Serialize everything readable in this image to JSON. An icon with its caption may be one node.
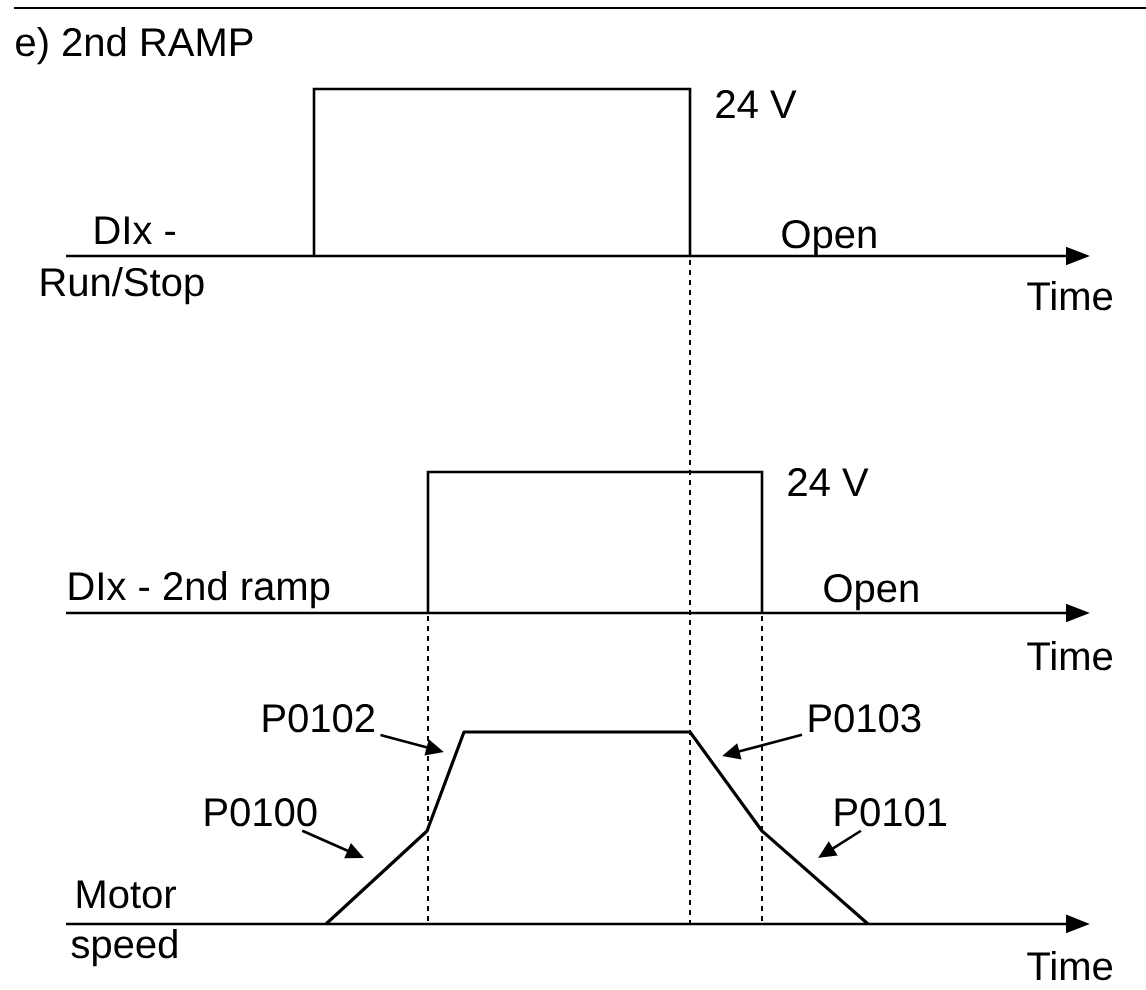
{
  "diagram": {
    "title": "e) 2nd RAMP",
    "nodes": [
      {
        "text": [
          "P0102"
        ]
      },
      {
        "text": [
          "P0103"
        ]
      },
      {
        "text": [
          "P0100"
        ]
      },
      {
        "text": [
          "P0101"
        ]
      }
    ],
    "edges": [
      {
        "from": 0,
        "to": null,
        "arrow": "to"
      },
      {
        "from": 1,
        "to": null,
        "arrow": "to"
      },
      {
        "from": 2,
        "to": null,
        "arrow": "to"
      },
      {
        "from": 3,
        "to": null,
        "arrow": "to"
      }
    ],
    "labels": [
      "24 V",
      "DIx -",
      "Run/Stop",
      "Open",
      "Time",
      "24 V",
      "DIx - 2nd ramp",
      "Open",
      "Time",
      "Motor",
      "speed",
      "Time"
    ]
  }
}
